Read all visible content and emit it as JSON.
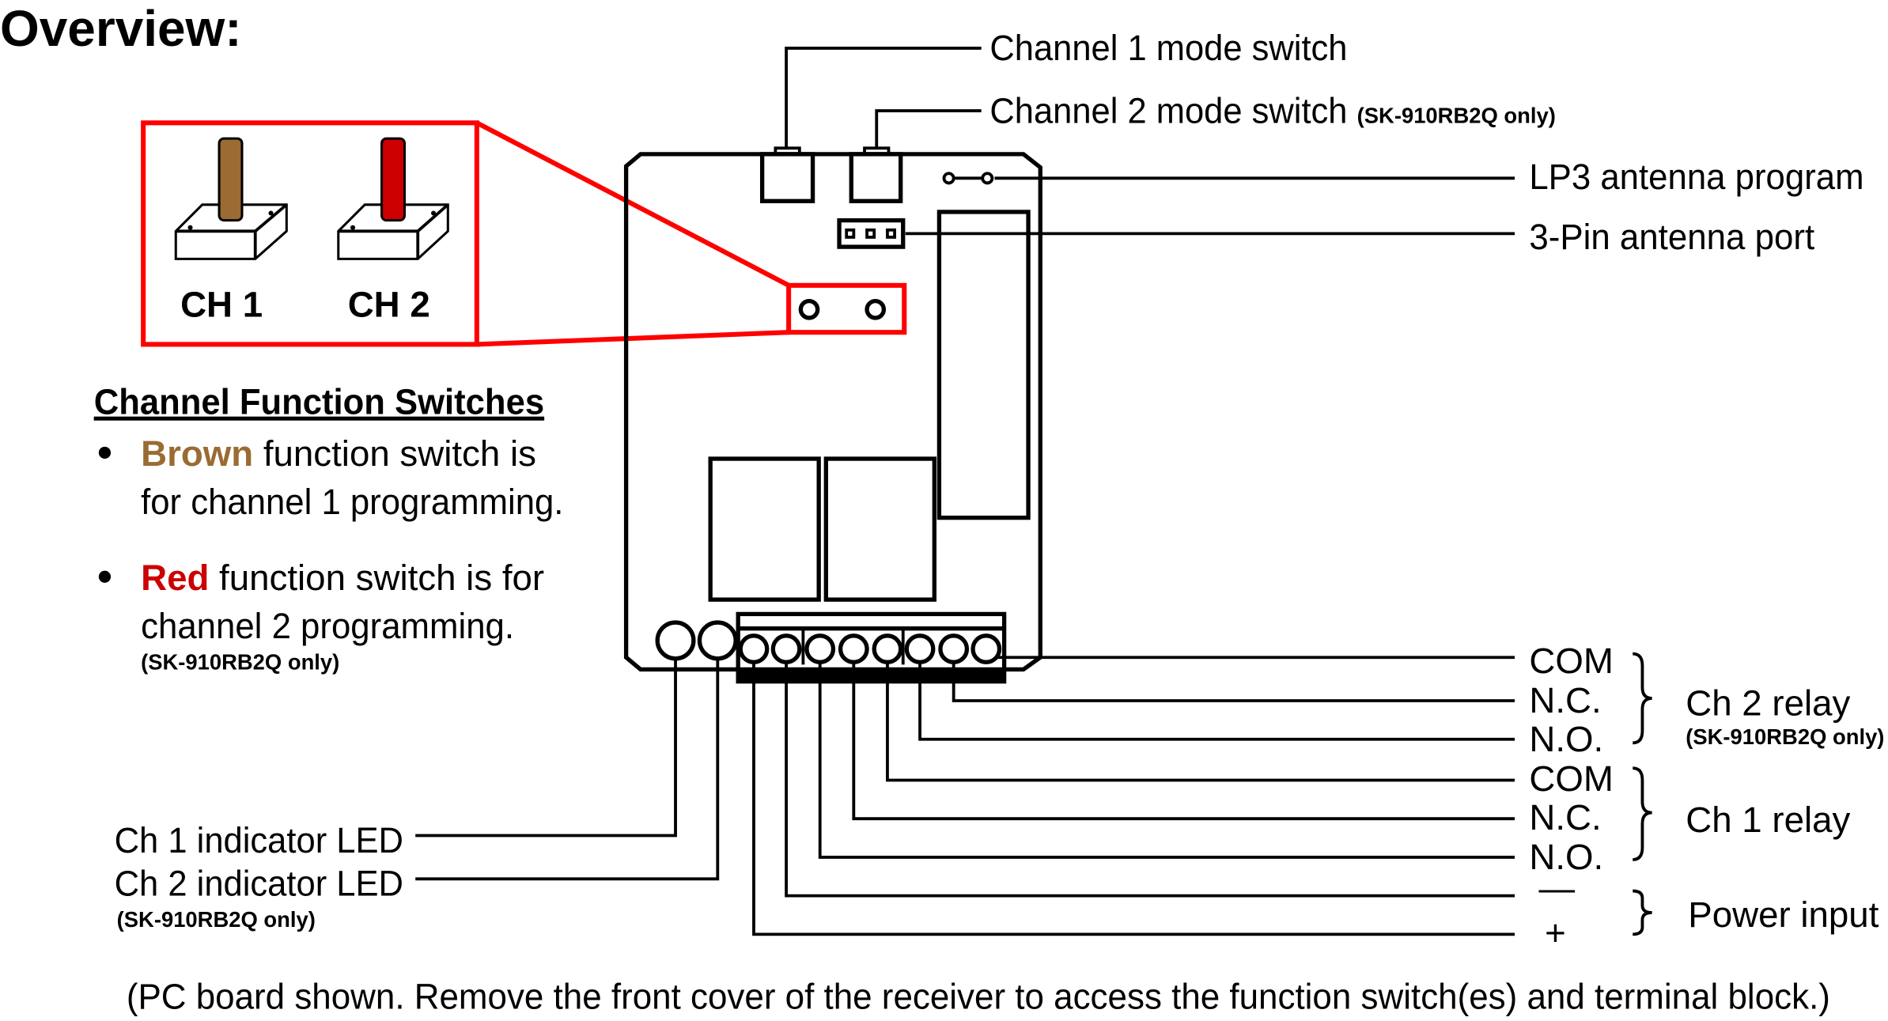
{
  "title": "Overview:",
  "inset": {
    "ch1": "CH 1",
    "ch2": "CH 2"
  },
  "colors": {
    "brown": "#9a6b32",
    "red": "#cc0000",
    "highlight": "#ff0000"
  },
  "callouts": {
    "ch1_mode": "Channel 1 mode switch",
    "ch2_mode": "Channel 2 mode switch",
    "ch2_mode_note": "(SK-910RB2Q only)",
    "lp3": "LP3 antenna program",
    "antenna_port": "3-Pin antenna port",
    "ch1_led": "Ch 1 indicator LED",
    "ch2_led": "Ch 2 indicator LED",
    "ch2_led_note": "(SK-910RB2Q only)"
  },
  "terminals": [
    {
      "label": "COM"
    },
    {
      "label": "N.C."
    },
    {
      "label": "N.O."
    },
    {
      "label": "COM"
    },
    {
      "label": "N.C."
    },
    {
      "label": "N.O."
    },
    {
      "label": "—"
    },
    {
      "label": "+"
    }
  ],
  "groups": {
    "ch2_relay": "Ch 2 relay",
    "ch2_relay_note": "(SK-910RB2Q only)",
    "ch1_relay": "Ch 1 relay",
    "power": "Power input"
  },
  "functions": {
    "heading": "Channel Function Switches",
    "b1_color": "Brown",
    "b1_rest": " function switch is",
    "b1_line2": "for channel 1 programming.",
    "b2_color": "Red",
    "b2_rest": " function switch is for",
    "b2_line2": "channel 2 programming.",
    "b2_note": "(SK-910RB2Q only)"
  },
  "caption": "(PC board shown.  Remove the front cover of the receiver to access the function switch(es) and terminal block.)"
}
